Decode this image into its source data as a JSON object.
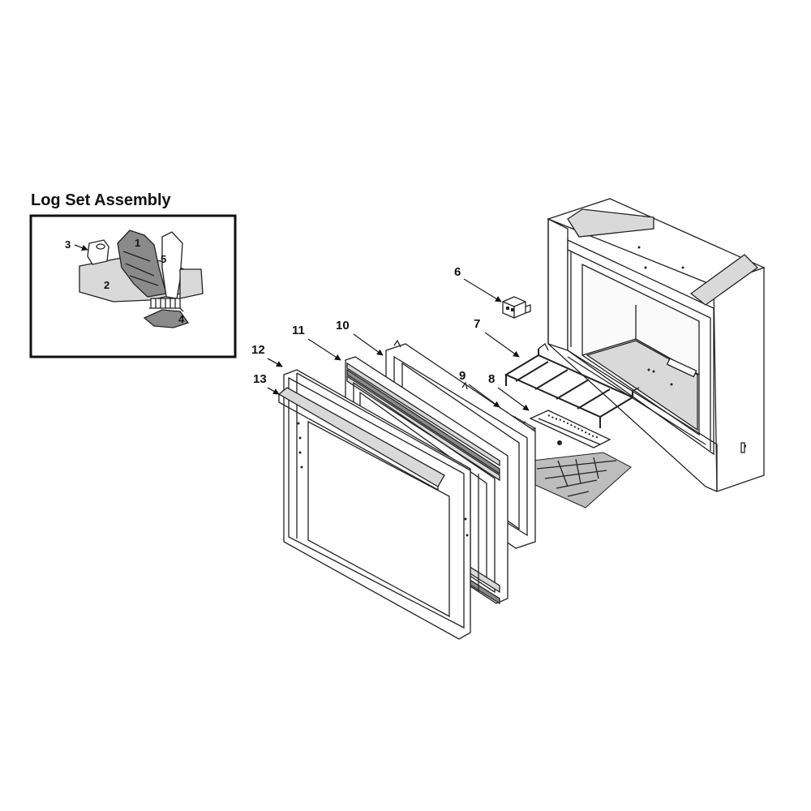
{
  "inset": {
    "title": "Log Set Assembly",
    "callouts": [
      "1",
      "2",
      "3",
      "4",
      "5"
    ]
  },
  "callouts": [
    "6",
    "7",
    "8",
    "9",
    "10",
    "11",
    "12",
    "13"
  ]
}
